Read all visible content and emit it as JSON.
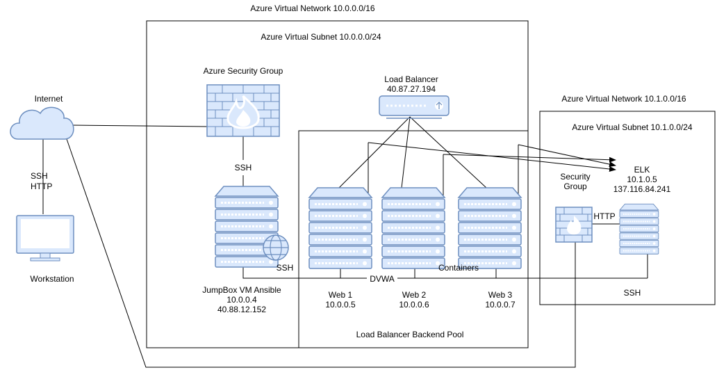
{
  "labels": {
    "vnet1": "Azure Virtual Network  10.0.0.0/16",
    "subnet1": "Azure Virtual Subnet 10.0.0.0/24",
    "vnet2": "Azure Virtual Network 10.1.0.0/16",
    "subnet2": "Azure Virtual Subnet 10.1.0.0/24",
    "internet": "Internet",
    "conn_ssh": "SSH",
    "conn_http": "HTTP",
    "workstation": "Workstation",
    "nsg": "Azure Security Group",
    "nsg_ssh": "SSH",
    "lb_name": "Load Balancer",
    "lb_ip": "40.87.27.194",
    "jumpbox_name": "JumpBox VM Ansible",
    "jumpbox_ip1": "10.0.0.4",
    "jumpbox_ip2": "40.88.12.152",
    "jumpbox_ssh": "SSH",
    "web1_name": "Web 1",
    "web1_ip": "10.0.0.5",
    "web2_name": "Web 2",
    "web2_ip": "10.0.0.6",
    "web3_name": "Web 3",
    "web3_ip": "10.0.0.7",
    "dvwa": "DVWA",
    "containers": "Containers",
    "backend_pool": "Load Balancer Backend Pool",
    "elk_name": "ELK",
    "elk_ip1": "10.1.0.5",
    "elk_ip2": "137.116.84.241",
    "sg2_line1": "Security",
    "sg2_line2": "Group",
    "sg2_http": "HTTP",
    "elk_ssh": "SSH"
  },
  "colors": {
    "server_fill": "#dae8fc",
    "server_stroke": "#6c8ebf",
    "firewall_fill": "#dae8fc",
    "flame": "#ffffff",
    "line": "#000000"
  },
  "icons": {
    "cloud": "cloud-icon",
    "workstation": "monitor-icon",
    "firewall": "firewall-icon",
    "load_balancer": "load-balancer-icon",
    "server": "server-icon",
    "globe": "globe-icon"
  }
}
